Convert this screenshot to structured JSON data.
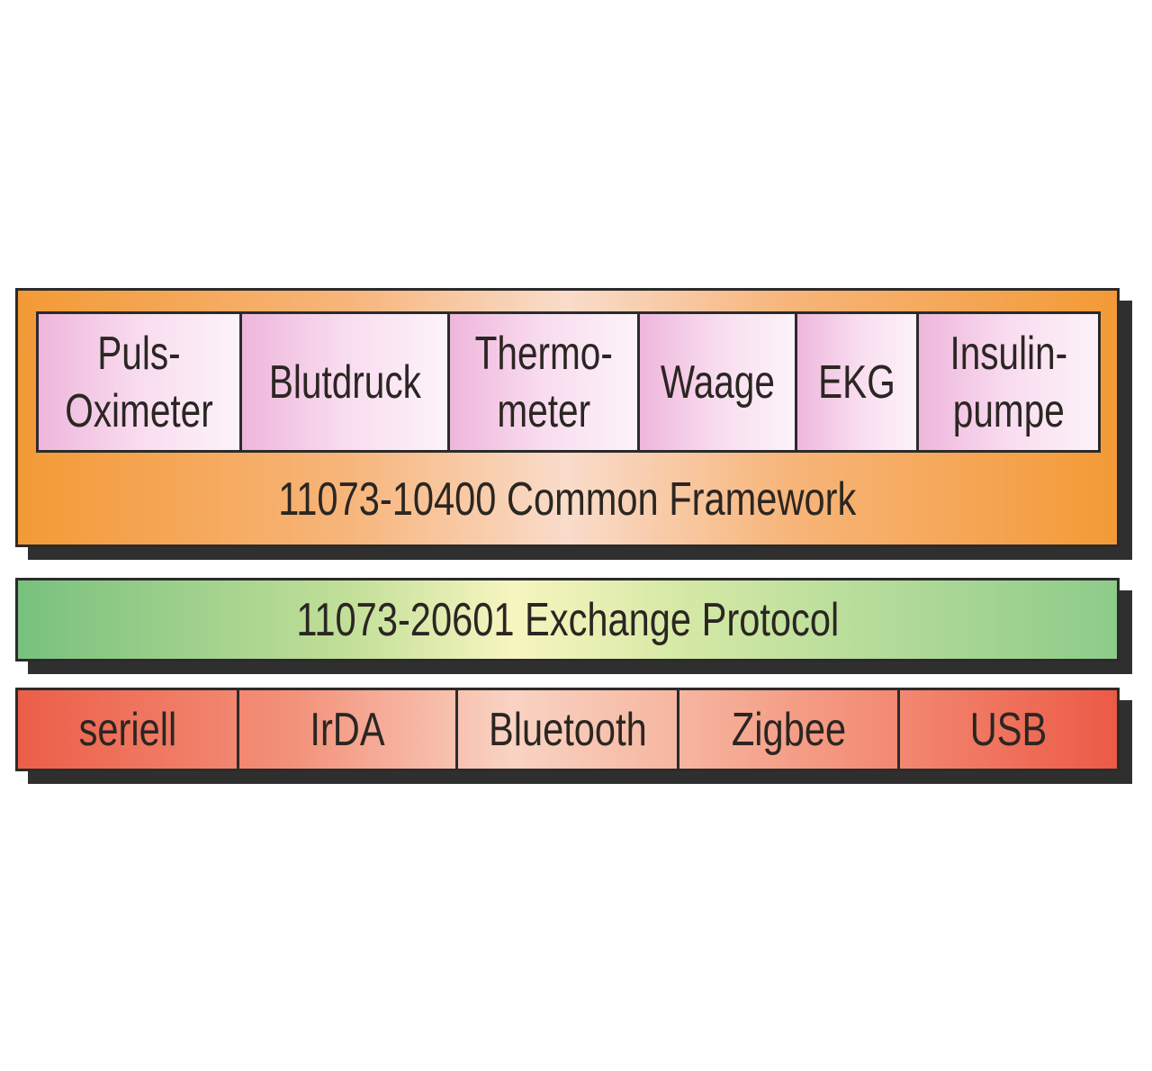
{
  "framework": {
    "devices": [
      {
        "label": "Puls-\nOximeter"
      },
      {
        "label": "Blutdruck"
      },
      {
        "label": "Thermo-\nmeter"
      },
      {
        "label": "Waage"
      },
      {
        "label": "EKG"
      },
      {
        "label": "Insulin-\npumpe"
      }
    ],
    "label": "11073-10400 Common Framework"
  },
  "protocol": {
    "label": "11073-20601 Exchange Protocol"
  },
  "transports": [
    {
      "label": "seriell"
    },
    {
      "label": "IrDA"
    },
    {
      "label": "Bluetooth"
    },
    {
      "label": "Zigbee"
    },
    {
      "label": "USB"
    }
  ],
  "colors": {
    "framework": "#f39a36",
    "device": "#efb6dc",
    "protocol": "#78c17e",
    "transport": "#ec5e48",
    "border": "#2b2b2b"
  }
}
